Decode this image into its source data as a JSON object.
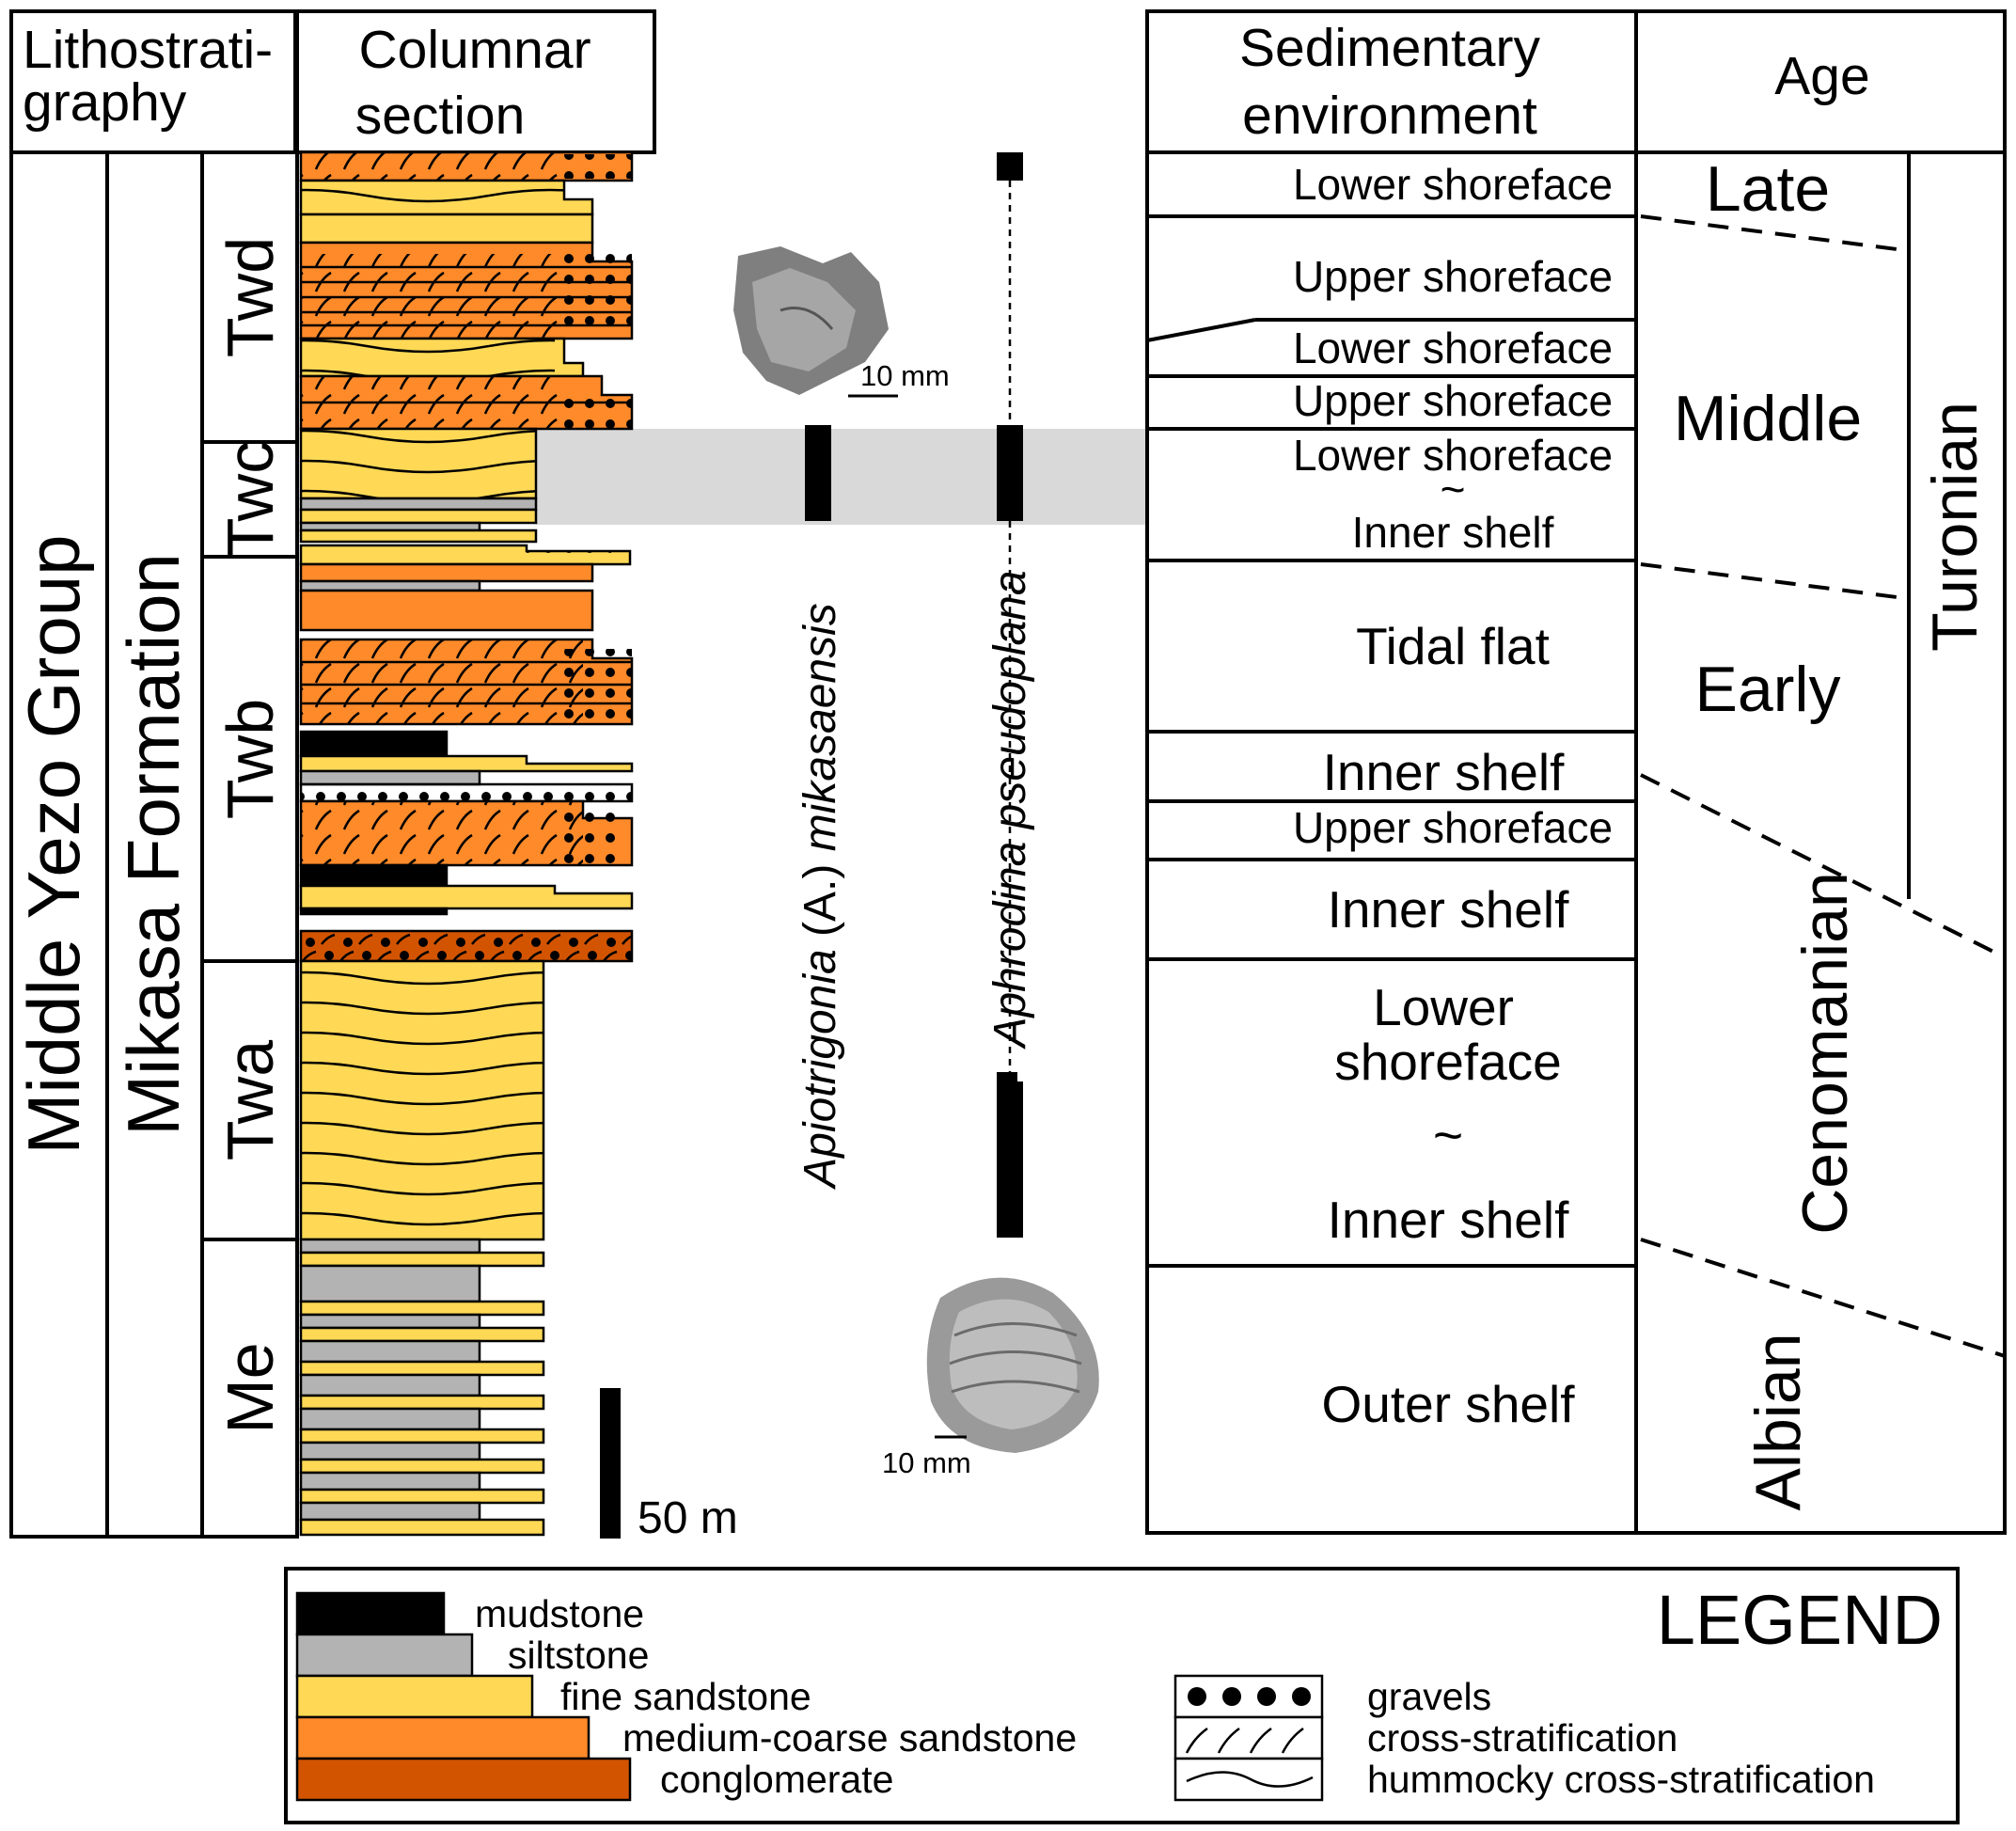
{
  "headers": {
    "lithostratigraphy_1": "Lithostrati-",
    "lithostratigraphy_2": "graphy",
    "columnar_1": "Columnar",
    "columnar_2": "section",
    "environment_1": "Sedimentary",
    "environment_2": "environment",
    "age": "Age"
  },
  "lithostratigraphy": {
    "group": "Middle Yezo Group",
    "formation": "Mikasa Formation",
    "members": [
      "Twd",
      "Twc",
      "Twb",
      "Twa",
      "Me"
    ]
  },
  "species": {
    "species1_genus": "Apiotrigonia",
    "species1_sub": " (A.) ",
    "species1_epithet": "mikasaensis",
    "species2": "Aphrodina pseudoplana"
  },
  "scales": {
    "specimen_top": "10 mm",
    "specimen_bottom": "10 mm",
    "column": "50 m"
  },
  "environments": [
    "Lower shoreface",
    "Upper shoreface",
    "Lower shoreface",
    "Upper shoreface",
    "Lower shoreface",
    "~",
    "Inner shelf",
    "Tidal flat",
    "Inner shelf",
    "Upper shoreface",
    "Inner shelf",
    "Lower",
    "shoreface",
    "~",
    "Inner shelf",
    "Outer shelf"
  ],
  "ages": {
    "substages": [
      "Late",
      "Middle",
      "Early"
    ],
    "stages": [
      "Turonian",
      "Cenomanian",
      "Albian"
    ]
  },
  "legend": {
    "title": "LEGEND",
    "lithologies": [
      "mudstone",
      "siltstone",
      "fine sandstone",
      "medium-coarse sandstone",
      "conglomerate"
    ],
    "structures": [
      "gravels",
      "cross-stratification",
      "hummocky cross-stratification"
    ]
  },
  "colors": {
    "mudstone": "#000000",
    "siltstone": "#b3b3b3",
    "fine_sandstone": "#ffd955",
    "medium_coarse_sandstone": "#ff8a2a",
    "conglomerate": "#d35400",
    "highlight": "#d9d9d9"
  }
}
